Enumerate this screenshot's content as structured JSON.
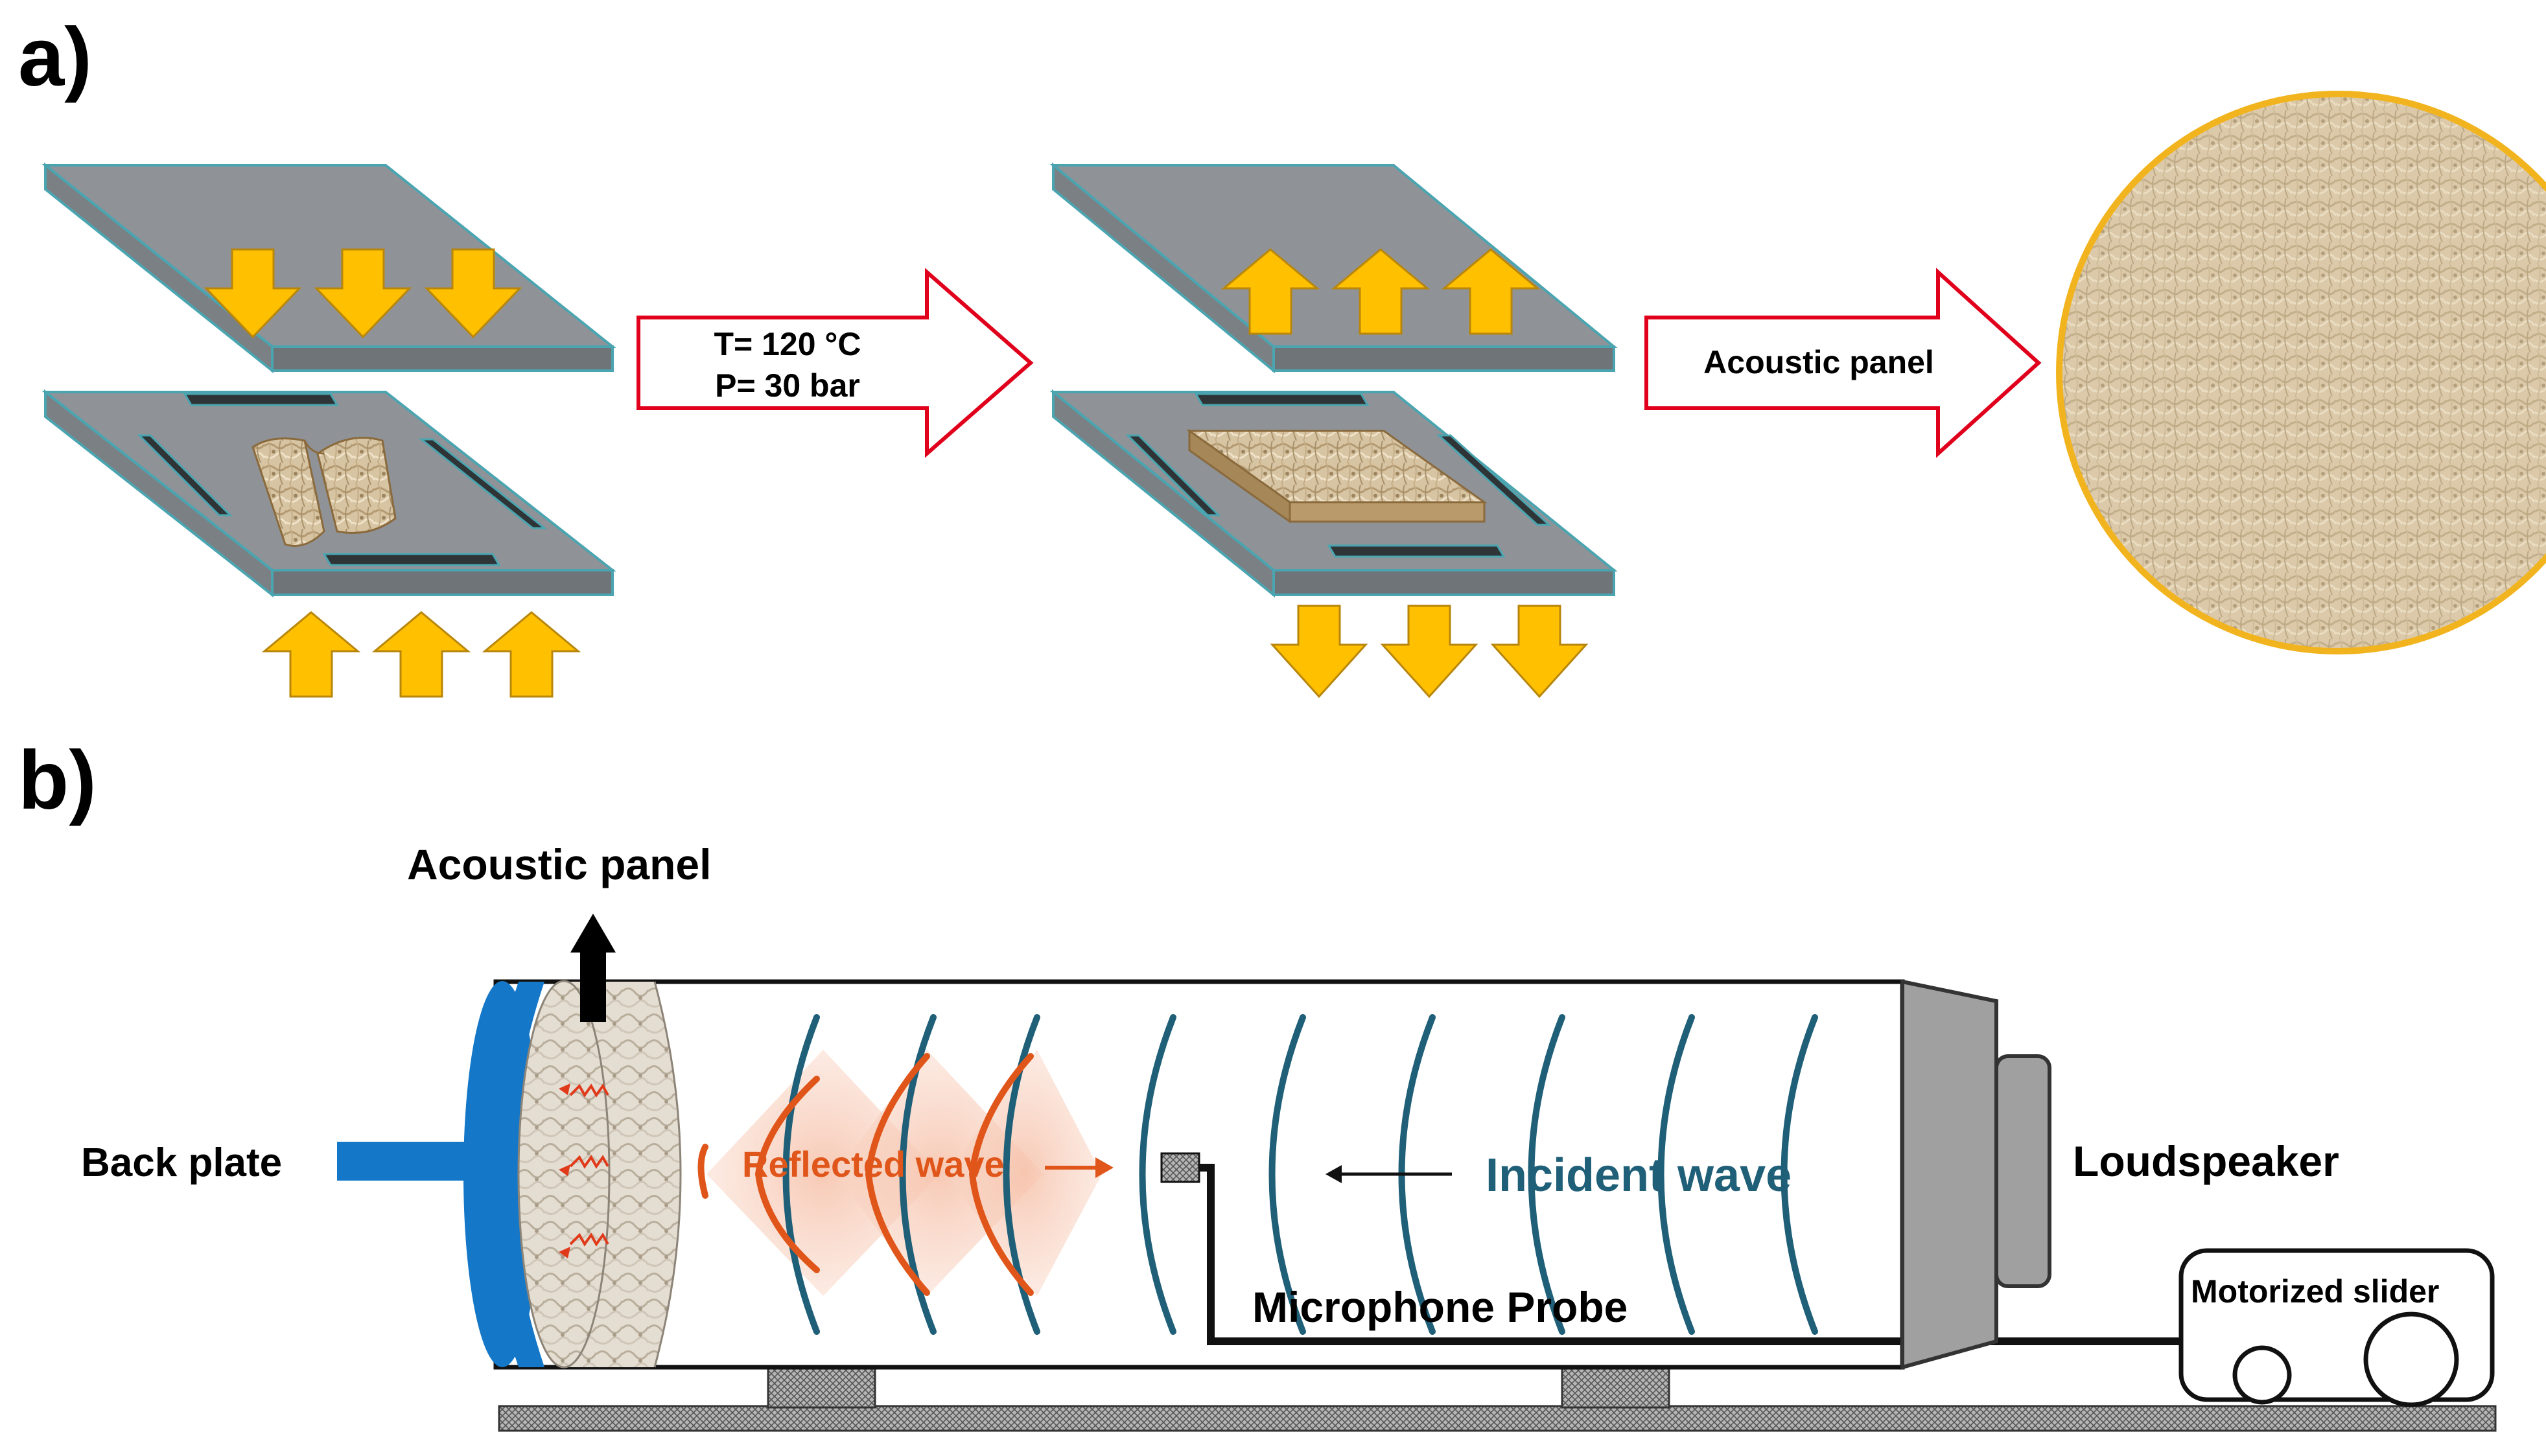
{
  "panel_a": {
    "label": "a)",
    "conditions": {
      "temperature": "T= 120 °C",
      "pressure": "P= 30 bar"
    },
    "output_label": "Acoustic panel"
  },
  "panel_b": {
    "label": "b)",
    "labels": {
      "acoustic_panel": "Acoustic panel",
      "back_plate": "Back plate",
      "reflected_wave": "Reflected wave",
      "incident_wave": "Incident wave",
      "loudspeaker": "Loudspeaker",
      "microphone_probe": "Microphone Probe",
      "motorized_slider": "Motorized slider"
    }
  },
  "colors": {
    "plate_top": "#8f9397",
    "plate_edge": "#6f7479",
    "plate_outline": "#4aa5b0",
    "press_arrow": "#ffc000",
    "press_arrow_outline": "#b8860b",
    "process_arrow_outline": "#e0001b",
    "panel_ring": "#f2b41e",
    "incident_wave": "#1f5f78",
    "reflected_wave": "#e0561a",
    "back_plate": "#1477c8",
    "loudspeaker": "#a0a0a0"
  }
}
